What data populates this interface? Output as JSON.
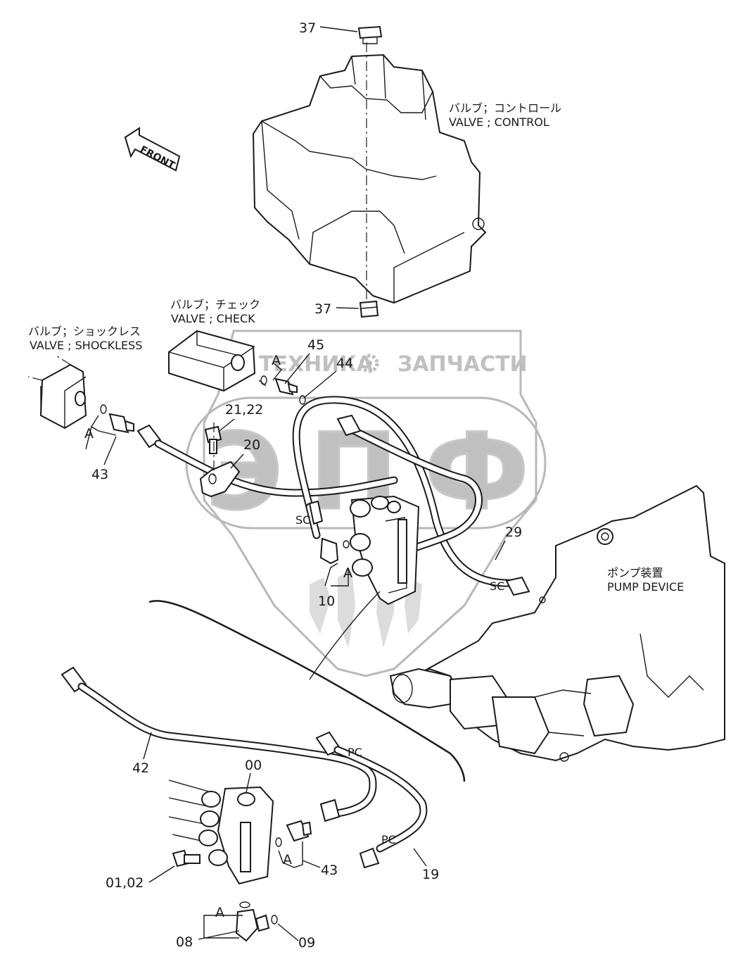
{
  "front_arrow": {
    "label": "FRONT"
  },
  "watermark": {
    "line1_left": "ТЕХНИКА",
    "line1_right": "ЗАПЧАСТИ",
    "logo": "ЭПФ"
  },
  "components": {
    "control_valve": {
      "jp": "バルブ；コントロール",
      "en": "VALVE ; CONTROL"
    },
    "check_valve": {
      "jp": "バルブ；チェック",
      "en": "VALVE ; CHECK"
    },
    "shockless_valve": {
      "jp": "バルブ；ショックレス",
      "en": "VALVE ; SHOCKLESS"
    },
    "pump_device": {
      "jp": "ポンプ装置",
      "en": "PUMP DEVICE"
    }
  },
  "callouts": {
    "c37_top": "37",
    "c37_bottom": "37",
    "c45": "45",
    "c44": "44",
    "c21_22": "21,22",
    "c20": "20",
    "c43_left": "43",
    "a_left": "A",
    "a_check": "A",
    "sc_left": "SC",
    "a_mid": "A",
    "c10": "10",
    "c29": "29",
    "sc_right": "SC",
    "c42": "42",
    "pc_top": "PC",
    "c00": "00",
    "pc_bottom": "PC",
    "c43_bottom": "43",
    "a_bottom_right": "A",
    "c19": "19",
    "c01_02": "01,02",
    "a_bottom_left": "A",
    "c08": "08",
    "c09": "09"
  }
}
